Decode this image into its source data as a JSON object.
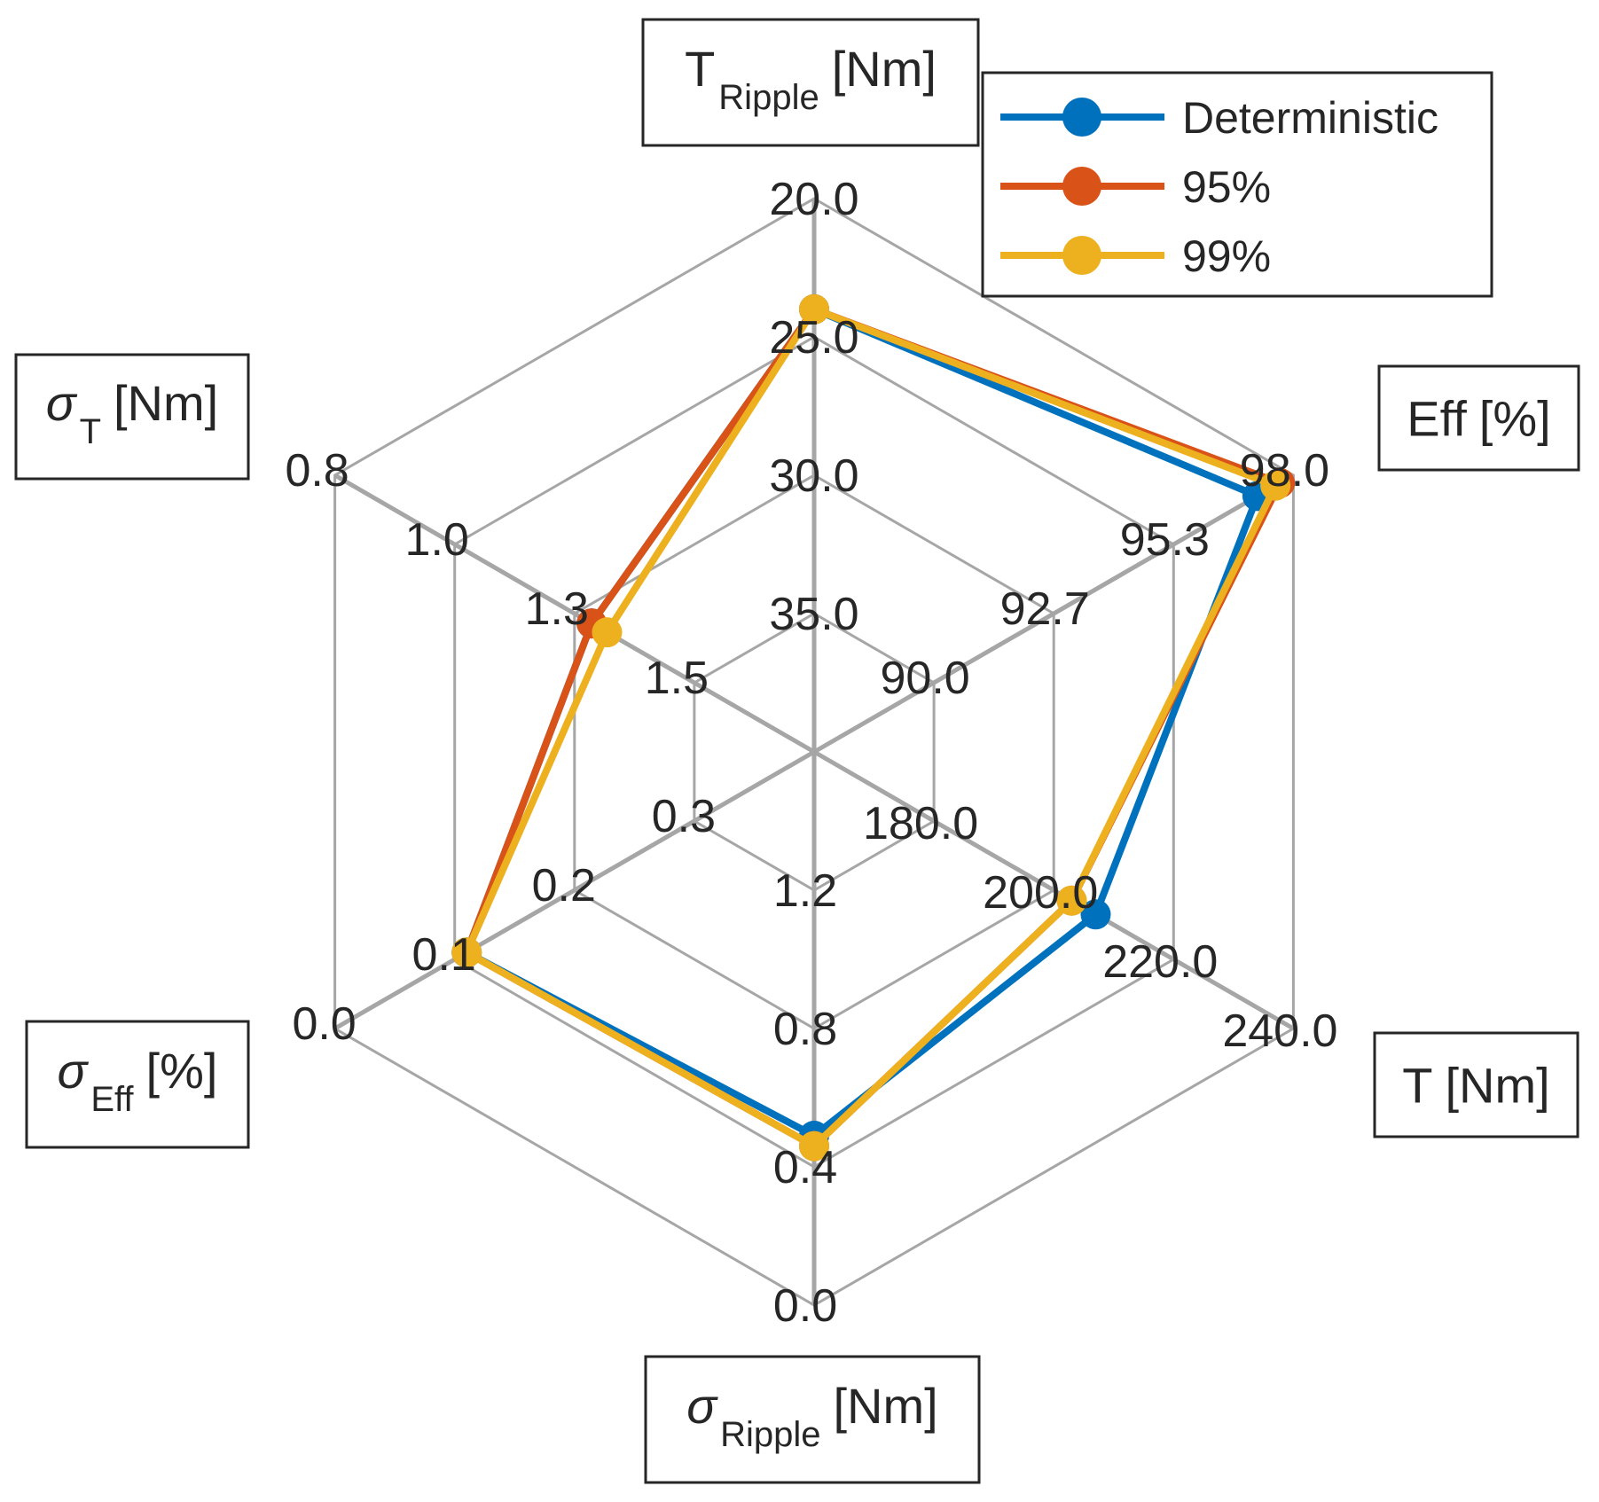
{
  "chart_data": {
    "type": "radar",
    "axes": [
      {
        "key": "t_ripple",
        "symbol": "T",
        "subscript": "Ripple",
        "unit": "[Nm]",
        "symbol_italic": false,
        "ticks": [
          "20.0",
          "25.0",
          "30.0",
          "35.0"
        ],
        "range_outer_to_inner": [
          20,
          35
        ]
      },
      {
        "key": "eff",
        "symbol": "Eff",
        "subscript": "",
        "unit": "[%]",
        "symbol_italic": false,
        "ticks": [
          "98.0",
          "95.3",
          "92.7",
          "90.0"
        ],
        "range_outer_to_inner": [
          98,
          90
        ]
      },
      {
        "key": "torque",
        "symbol": "T",
        "subscript": "",
        "unit": "[Nm]",
        "symbol_italic": false,
        "ticks": [
          "240.0",
          "220.0",
          "200.0",
          "180.0"
        ],
        "range_outer_to_inner": [
          240,
          180
        ]
      },
      {
        "key": "sigma_ripple",
        "symbol": "σ",
        "subscript": "Ripple",
        "unit": "[Nm]",
        "symbol_italic": true,
        "ticks": [
          "0.0",
          "0.4",
          "0.8",
          "1.2"
        ],
        "range_outer_to_inner": [
          0,
          1.2
        ]
      },
      {
        "key": "sigma_eff",
        "symbol": "σ",
        "subscript": "Eff",
        "unit": "[%]",
        "symbol_italic": true,
        "ticks": [
          "0.0",
          "0.1",
          "0.2",
          "0.3"
        ],
        "range_outer_to_inner": [
          0,
          0.3
        ]
      },
      {
        "key": "sigma_t",
        "symbol": "σ",
        "subscript": "T",
        "unit": "[Nm]",
        "symbol_italic": true,
        "ticks": [
          "0.8",
          "1.0",
          "1.3",
          "1.5"
        ],
        "range_outer_to_inner": [
          0.8,
          1.5
        ]
      }
    ],
    "series": [
      {
        "name": "Deterministic",
        "color": "#0072BD",
        "values": {
          "t_ripple": 24.0,
          "eff": 97.2,
          "torque": 207.0,
          "sigma_ripple": 0.49,
          "sigma_eff": 0.11,
          "sigma_t": 1.3
        }
      },
      {
        "name": "95%",
        "color": "#D95319",
        "values": {
          "t_ripple": 24.0,
          "eff": 97.7,
          "torque": 203.0,
          "sigma_ripple": 0.46,
          "sigma_eff": 0.11,
          "sigma_t": 1.3
        }
      },
      {
        "name": "99%",
        "color": "#EDB120",
        "values": {
          "t_ripple": 24.0,
          "eff": 97.6,
          "torque": 203.0,
          "sigma_ripple": 0.46,
          "sigma_eff": 0.11,
          "sigma_t": 1.33
        }
      }
    ],
    "legend_position": "top-right",
    "grid": true
  }
}
